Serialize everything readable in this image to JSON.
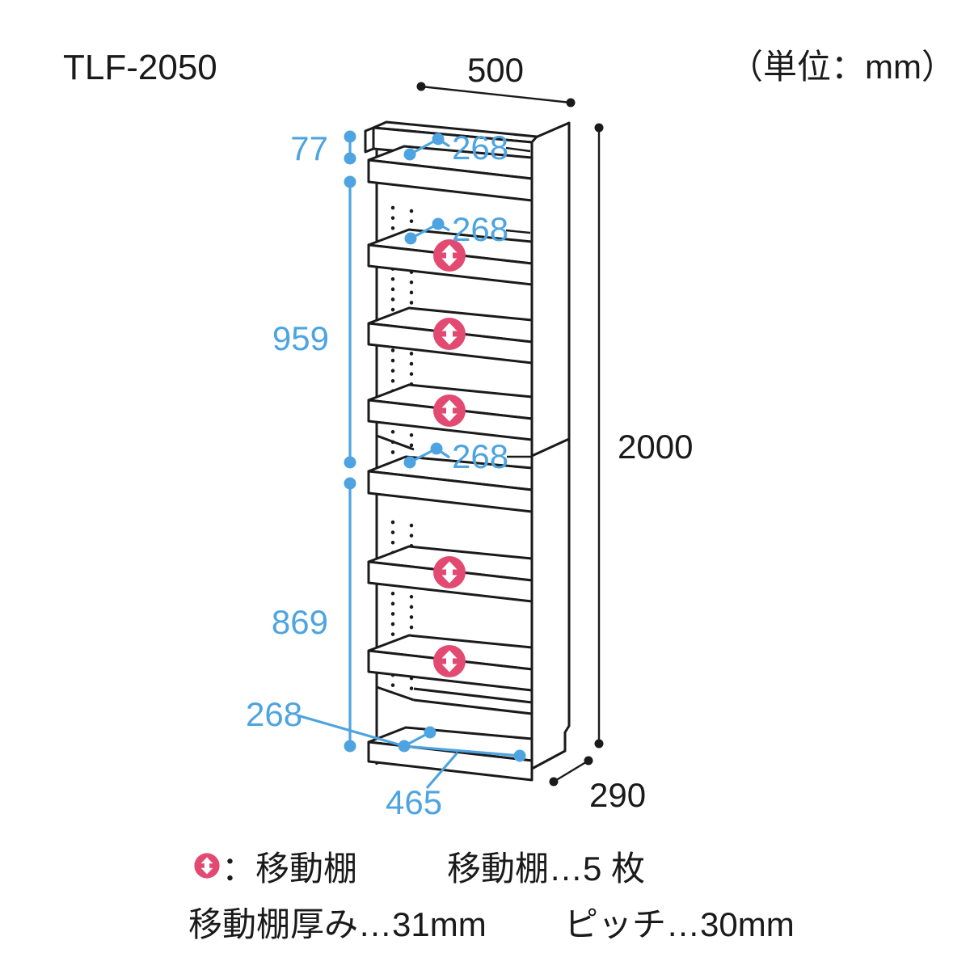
{
  "title": "TLF-2050",
  "unit_label": "（単位：mm）",
  "colors": {
    "dimension_blue": "#4da4e0",
    "movable_shelf_pink": "#e24a72",
    "line_black": "#1a1a1a"
  },
  "dimensions": {
    "outer_width": "500",
    "outer_height": "2000",
    "outer_depth": "290",
    "top_rail_height": "77",
    "upper_section_height": "959",
    "lower_section_height": "869",
    "top_shelf_depth": "268",
    "upper_shelf_depth": "268",
    "middle_shelf_depth": "268",
    "bottom_shelf_depth": "268",
    "bottom_inner_width": "465"
  },
  "legend": {
    "icon_label": "：移動棚",
    "count_label": "移動棚…5 枚",
    "thickness_label": "移動棚厚み…31mm",
    "pitch_label": "ピッチ…30mm"
  }
}
